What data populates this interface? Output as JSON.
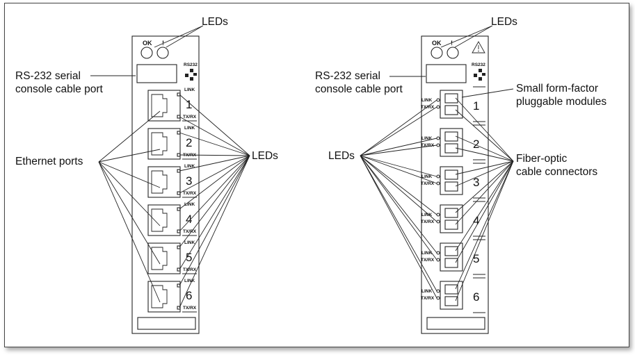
{
  "left_module": {
    "leds_top_label": "LEDs",
    "ok_label": "OK",
    "warn_label": "!",
    "rs232_tag": "RS232",
    "serial_label_line1": "RS-232 serial",
    "serial_label_line2": "console cable port",
    "ethernet_label": "Ethernet ports",
    "leds_side_label": "LEDs",
    "link_tag": "LINK",
    "txrx_tag": "TX/RX",
    "port_numbers": [
      "1",
      "2",
      "3",
      "4",
      "5",
      "6"
    ]
  },
  "right_module": {
    "leds_top_label": "LEDs",
    "ok_label": "OK",
    "warn_label": "!",
    "rs232_tag": "RS232",
    "serial_label_line1": "RS-232 serial",
    "serial_label_line2": "console cable port",
    "sfp_label_line1": "Small form-factor",
    "sfp_label_line2": "pluggable modules",
    "leds_side_label": "LEDs",
    "fiber_label_line1": "Fiber-optic",
    "fiber_label_line2": "cable connectors",
    "link_tag": "LINK",
    "txrx_tag": "TX/RX",
    "port_numbers": [
      "1",
      "2",
      "3",
      "4",
      "5",
      "6"
    ]
  }
}
